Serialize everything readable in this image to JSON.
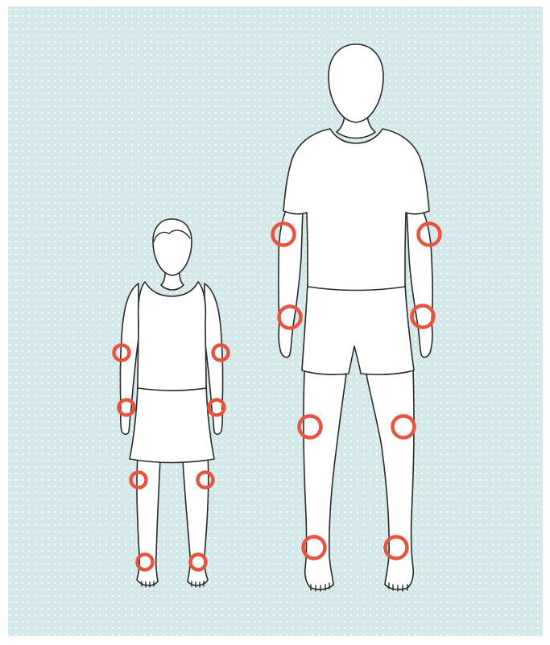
{
  "colors": {
    "background": "#d5e8ea",
    "dots": "#ffffff",
    "figure_fill": "#ffffff",
    "figure_outline": "#2b2b2b",
    "marker": "#e8553f"
  },
  "figures": [
    {
      "name": "child",
      "markers": [
        "left-elbow",
        "right-elbow",
        "left-wrist",
        "right-wrist",
        "left-knee",
        "right-knee",
        "left-ankle",
        "right-ankle"
      ]
    },
    {
      "name": "adult",
      "markers": [
        "left-elbow",
        "right-elbow",
        "left-wrist",
        "right-wrist",
        "left-knee",
        "right-knee",
        "left-ankle",
        "right-ankle"
      ]
    }
  ]
}
